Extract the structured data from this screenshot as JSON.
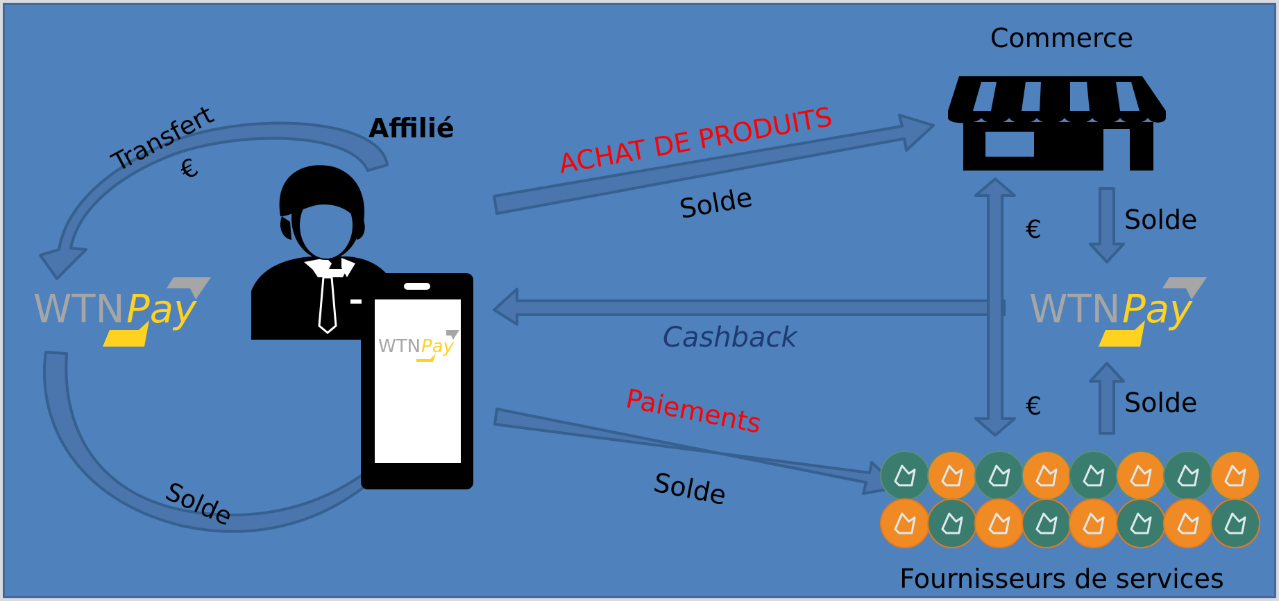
{
  "colors": {
    "background": "#4f81bd",
    "arrow_fill": "#4a76ad",
    "arrow_stroke": "#35608f",
    "red_text": "#ff0000",
    "navy_text": "#1f3a72",
    "logo_grey": "#a6a6a6",
    "logo_yellow": "#ffd21f",
    "icon_green": "#3a7d6e",
    "icon_orange": "#f08a24"
  },
  "nodes": {
    "affiliate": "Affilié",
    "commerce": "Commerce",
    "providers": "Fournisseurs de services"
  },
  "logo": {
    "prefix": "WTN",
    "suffix": "Pay"
  },
  "flows": {
    "purchase": "ACHAT DE PRODUITS",
    "purchase_balance": "Solde",
    "cashback": "Cashback",
    "payments": "Paiements",
    "payments_balance": "Solde",
    "transfer": "Transfert",
    "transfer_currency": "€",
    "loop_balance": "Solde",
    "commerce_balance": "Solde",
    "provider_balance": "Solde",
    "commerce_euro": "€",
    "provider_euro": "€"
  },
  "provider_icons": [
    "stethoscope-icon",
    "map-pin-car-icon",
    "champagne-icon",
    "projector-icon",
    "motorbike-car-icon",
    "scissors-icon",
    "tools-icon",
    "cleaning-icon",
    "delivery-scooter-icon",
    "truck-icon",
    "bus-icon",
    "helicopter-icon",
    "laptop-icon",
    "graduation-cap-icon",
    "guitar-icon",
    "paw-icon"
  ]
}
